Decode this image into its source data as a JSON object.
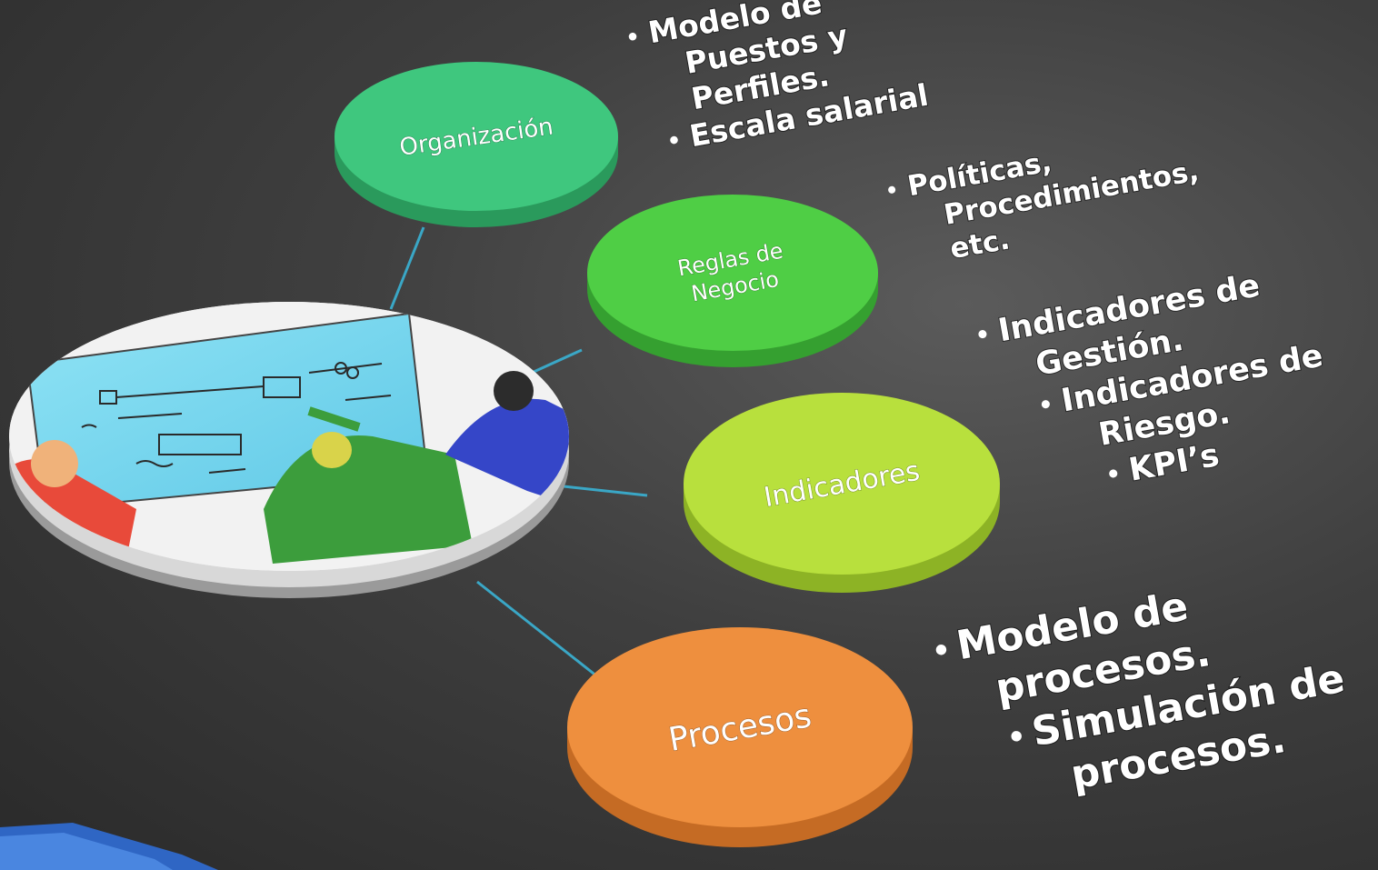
{
  "nodes": [
    {
      "id": "organizacion",
      "label_lines": [
        "Organización"
      ],
      "color": "#3fc77e",
      "side": "#2a9a5c",
      "bullets": [
        [
          "Modelo de",
          "Puestos y",
          "Perfiles."
        ],
        [
          "Escala salarial"
        ]
      ]
    },
    {
      "id": "reglas",
      "label_lines": [
        "Reglas de",
        "Negocio"
      ],
      "color": "#4fce45",
      "side": "#35a030",
      "bullets": [
        [
          "Políticas,",
          "Procedimientos,",
          "etc."
        ]
      ]
    },
    {
      "id": "indicadores",
      "label_lines": [
        "Indicadores"
      ],
      "color": "#b8e03d",
      "side": "#8db325",
      "bullets": [
        [
          "Indicadores de",
          "Gestión."
        ],
        [
          "Indicadores de",
          "Riesgo."
        ],
        [
          "KPI’s"
        ]
      ]
    },
    {
      "id": "procesos",
      "label_lines": [
        "Procesos"
      ],
      "color": "#ee8f3e",
      "side": "#c56b24",
      "bullets": [
        [
          "Modelo de",
          "procesos."
        ],
        [
          "Simulación de",
          "procesos."
        ]
      ]
    }
  ],
  "hub": {
    "image": "sketch-of-team-planning-at-whiteboard"
  },
  "colors": {
    "connector": "#3aa7c6",
    "corner_accent": "#2f66c4"
  }
}
